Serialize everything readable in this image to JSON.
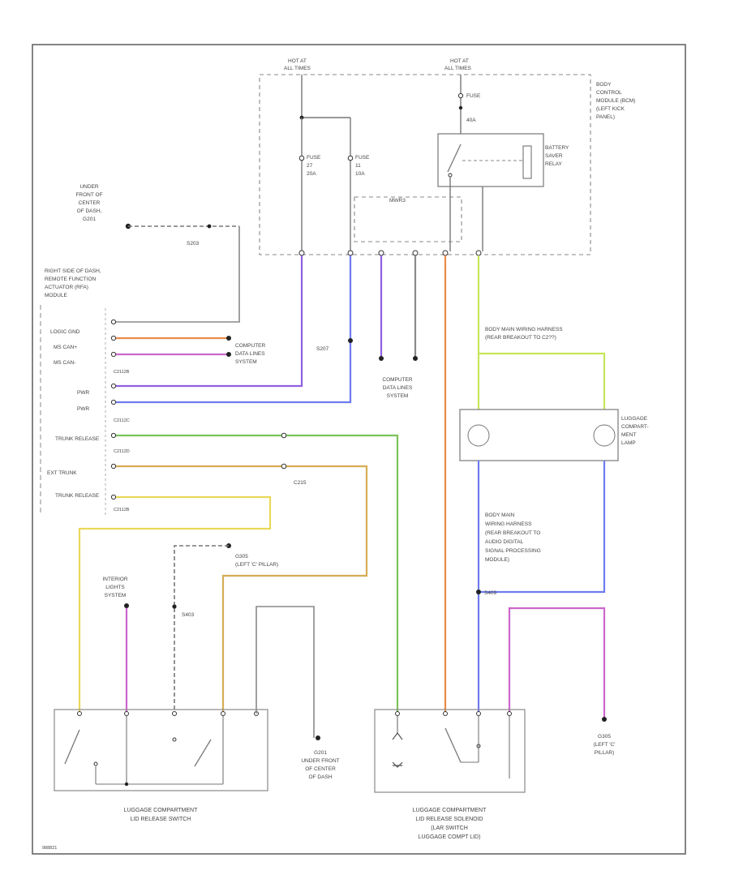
{
  "top": {
    "hot1": "HOT AT",
    "hot1b": "ALL TIMES",
    "hot2": "HOT AT",
    "hot2b": "ALL TIMES",
    "fuse_a": "FUSE",
    "fuse_a_amp": "40A",
    "fuse27": "FUSE",
    "fuse27_num": "27",
    "fuse27_amp": "20A",
    "fuse11": "FUSE",
    "fuse11_num": "11",
    "fuse11_amp": "10A",
    "relay": "BATTERY SAVER RELAY",
    "bcm": [
      "BODY",
      "CONTROL",
      "MODULE (BCM)",
      "(LEFT KICK",
      "PANEL)"
    ],
    "inner": "MWR3",
    "computer_data": [
      "COMPUTER",
      "DATA LINES",
      "SYSTEM"
    ]
  },
  "left": {
    "g201": [
      "UNDER",
      "FRONT OF",
      "CENTER",
      "OF DASH,",
      "G201"
    ],
    "s203": "S203",
    "rfa": [
      "RIGHT SIDE OF DASH,",
      "REMOTE FUNCTION",
      "ACTUATOR (RFA)",
      "MODULE"
    ],
    "rows": [
      "LOGIC GND",
      "MS CAN+",
      "MS CAN-",
      "PWR",
      "PWR",
      "TRUNK RELEASE",
      "EXT TRUNK",
      "TRUNK RELEASE"
    ],
    "connectors": [
      "C2112B",
      "C2112C",
      "C2112D",
      "C2112B"
    ],
    "computer_data": [
      "COMPUTER",
      "DATA LINES",
      "SYSTEM"
    ],
    "s207": "S207",
    "c215": "C215",
    "g305": [
      "G305",
      "(LEFT 'C' PILLAR)"
    ],
    "interior": [
      "INTERIOR",
      "LIGHTS",
      "SYSTEM"
    ],
    "s403": "S403"
  },
  "right": {
    "harness1": [
      "BODY MAIN WIRING HARNESS",
      "(REAR BREAKOUT TO C2??)"
    ],
    "lamp": [
      "LUGGAGE",
      "COMPART-",
      "MENT",
      "LAMP"
    ],
    "harness2": [
      "BODY MAIN",
      "WIRING HARNESS",
      "(REAR BREAKOUT TO",
      "AUDIO DIGITAL",
      "SIGNAL PROCESSING",
      "MODULE)"
    ],
    "s409": "S409",
    "g305r": [
      "G305",
      "(LEFT 'C'",
      "PILLAR)"
    ]
  },
  "bottom": {
    "switch1": [
      "LUGGAGE COMPARTMENT",
      "LID RELEASE SWITCH"
    ],
    "g201": [
      "G201",
      "UNDER FRONT",
      "OF CENTER",
      "OF DASH"
    ],
    "switch2": [
      "LUGGAGE COMPARTMENT",
      "LID RELEASE SOLENOID",
      "(LAR SWITCH",
      "LUGGAGE COMPT LID)"
    ],
    "figure_code": "988821"
  },
  "colors": {
    "gray": "#8a8a8a",
    "orange": "#e98a4a",
    "violet": "#8f5fe0",
    "blue": "#6e7bf0",
    "green": "#7cc25a",
    "yellow": "#e9d85a",
    "gold": "#d6ad55",
    "pink": "#cc66cc",
    "lime": "#c5e65a"
  }
}
